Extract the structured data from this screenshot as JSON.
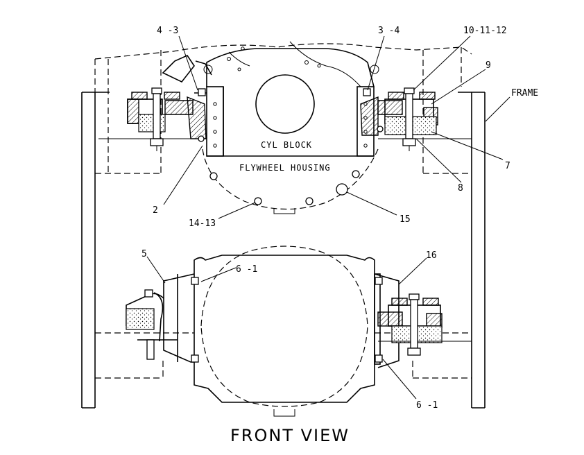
{
  "labels": {
    "l_4_3": "4 -3",
    "l_3_4": "3 -4",
    "l_10_11_12": "10-11-12",
    "l_9": "9",
    "l_frame": "FRAME",
    "l_7": "7",
    "l_8": "8",
    "l_2": "2",
    "l_14_13": "14-13",
    "l_15": "15",
    "l_5": "5",
    "l_6_1_top": "6 -1",
    "l_16": "16",
    "l_6_1_bottom": "6 -1"
  },
  "inner_text": {
    "cyl_block": "CYL BLOCK",
    "flywheel_housing": "FLYWHEEL HOUSING"
  },
  "caption": "FRONT VIEW"
}
